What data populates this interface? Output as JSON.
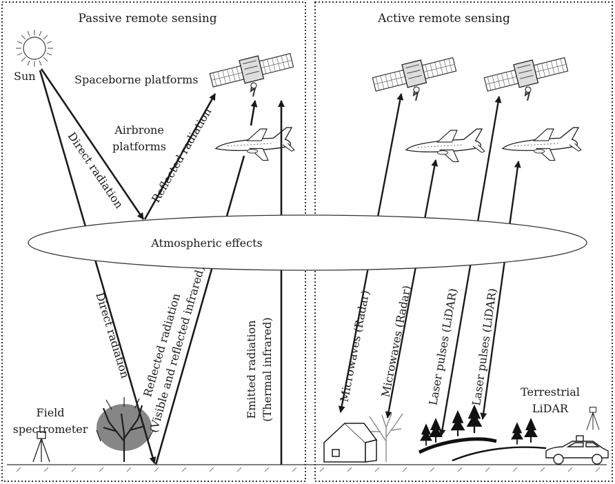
{
  "panels": {
    "passive": {
      "title": "Passive remote sensing"
    },
    "active": {
      "title": "Active remote sensing"
    }
  },
  "labels": {
    "sun": "Sun",
    "spaceborne": "Spaceborne platforms",
    "airborne_line1": "Airbrone",
    "airborne_line2": "platforms",
    "atmospheric": "Atmospheric effects",
    "direct_radiation_upper": "Direct radiation",
    "reflected_radiation_upper": "Reflected radiation",
    "direct_radiation_lower": "Direct radiation",
    "reflected_lower_line1": "Reflected radiation",
    "reflected_lower_line2": "(Visible and reflected infrared)",
    "emitted_line1": "Emitted radiation",
    "emitted_line2": "(Thermal infrared)",
    "field_line1": "Field",
    "field_line2": "spectrometer",
    "microwaves_1": "Microwaves (Radar)",
    "microwaves_2": "Microwaves (Radar)",
    "laser_1": "Laser pulses (LiDAR)",
    "laser_2": "Laser pulses (LiDAR)",
    "terrestrial_line1": "Terrestrial",
    "terrestrial_line2": "LiDAR"
  },
  "icons": [
    "sun-icon",
    "satellite-icon",
    "airplane-icon",
    "tree-icon",
    "house-icon",
    "car-icon",
    "tripod-icon"
  ],
  "colors": {
    "ink": "#1a1a1a",
    "background": "#ffffff"
  }
}
